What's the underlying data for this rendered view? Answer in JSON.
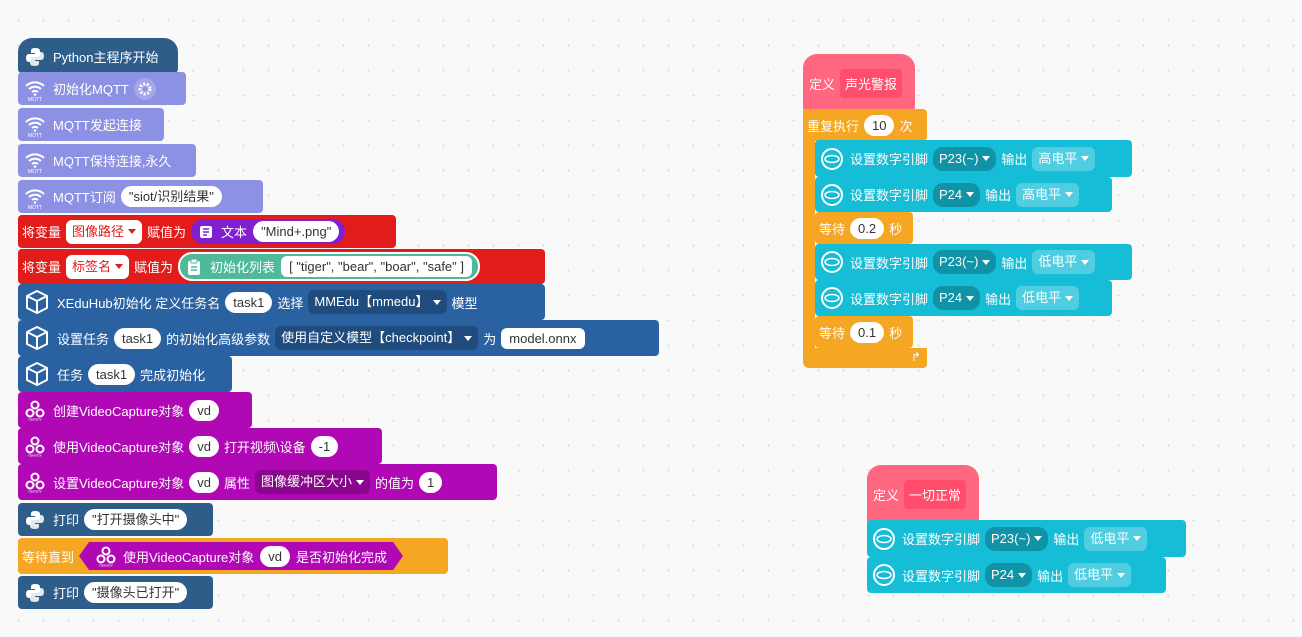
{
  "main": {
    "python_main": "Python主程序开始",
    "mqtt_init": "初始化MQTT",
    "mqtt_connect": "MQTT发起连接",
    "mqtt_keep": "MQTT保持连接,永久",
    "mqtt_sub_label": "MQTT订阅",
    "mqtt_sub_topic": "\"siot/识别结果\"",
    "var1_prefix": "将变量",
    "var1_name": "图像路径",
    "var1_assign": "赋值为",
    "var1_text_label": "文本",
    "var1_value": "\"Mind+.png\"",
    "var2_prefix": "将变量",
    "var2_name": "标签名",
    "var2_assign": "赋值为",
    "var2_list_label": "初始化列表",
    "var2_value": "[ \"tiger\", \"bear\", \"boar\", \"safe\" ]",
    "xedu_init_label": "XEduHub初始化 定义任务名",
    "xedu_task": "task1",
    "xedu_select": "选择",
    "xedu_model_dd": "MMEdu【mmedu】",
    "xedu_model": "模型",
    "xedu_param_label": "设置任务",
    "xedu_param_task": "task1",
    "xedu_param_mid": "的初始化高级参数",
    "xedu_param_dd": "使用自定义模型【checkpoint】",
    "xedu_param_as": "为",
    "xedu_param_value": "model.onnx",
    "xedu_done_label": "任务",
    "xedu_done_task": "task1",
    "xedu_done_suffix": "完成初始化",
    "cv_create": "创建VideoCapture对象",
    "cv_create_var": "vd",
    "cv_open_label": "使用VideoCapture对象",
    "cv_open_var": "vd",
    "cv_open_mid": "打开视频\\设备",
    "cv_open_value": "-1",
    "cv_set_label": "设置VideoCapture对象",
    "cv_set_var": "vd",
    "cv_set_attr": "属性",
    "cv_set_dd": "图像缓冲区大小",
    "cv_set_mid": "的值为",
    "cv_set_value": "1",
    "print1_label": "打印",
    "print1_value": "\"打开摄像头中\"",
    "wait_until": "等待直到",
    "wait_cv_label": "使用VideoCapture对象",
    "wait_cv_var": "vd",
    "wait_cv_suffix": "是否初始化完成",
    "print2_label": "打印",
    "print2_value": "\"摄像头已打开\""
  },
  "alarm": {
    "define": "定义",
    "name": "声光警报",
    "repeat": "重复执行",
    "repeat_count": "10",
    "repeat_unit": "次",
    "rows": [
      {
        "label": "设置数字引脚",
        "pin": "P23(~)",
        "out": "输出",
        "level": "高电平"
      },
      {
        "label": "设置数字引脚",
        "pin": "P24",
        "out": "输出",
        "level": "高电平"
      },
      {
        "label": "设置数字引脚",
        "pin": "P23(~)",
        "out": "输出",
        "level": "低电平"
      },
      {
        "label": "设置数字引脚",
        "pin": "P24",
        "out": "输出",
        "level": "低电平"
      }
    ],
    "wait1_label": "等待",
    "wait1_value": "0.2",
    "wait1_unit": "秒",
    "wait2_label": "等待",
    "wait2_value": "0.1",
    "wait2_unit": "秒"
  },
  "normal": {
    "define": "定义",
    "name": "一切正常",
    "rows": [
      {
        "label": "设置数字引脚",
        "pin": "P23(~)",
        "out": "输出",
        "level": "低电平"
      },
      {
        "label": "设置数字引脚",
        "pin": "P24",
        "out": "输出",
        "level": "低电平"
      }
    ]
  },
  "colors": {
    "python": "#2f5d8a",
    "mqtt": "#8d91e4",
    "variable": "#e21b1b",
    "xedu": "#2a62a1",
    "opencv": "#b008b5",
    "control": "#f5a623",
    "digital": "#16bdd6",
    "define": "#ff6680"
  }
}
